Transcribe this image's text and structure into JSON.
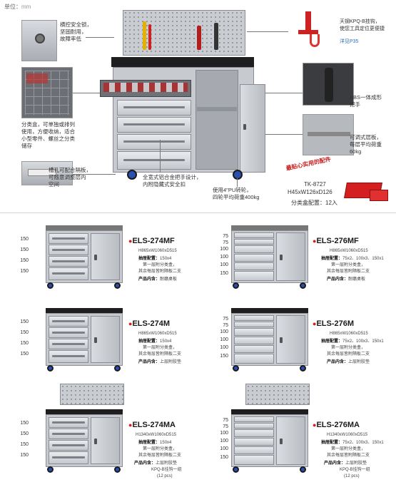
{
  "unit": {
    "label": "单位：",
    "value": "mm"
  },
  "top_callouts": {
    "lock": "横控安全锁，\n坚固耐用，\n故障率低",
    "divider": "分类盒，可单独或排列\n使用，方便收纳，适合\n小型零件、螺丝之分类\n储存",
    "slot": "槽孔可配合隔板，\n可随意调整层内\n空间",
    "handle_drawer": "全宽式铝合金把手设计，\n内附隐藏式安全扣",
    "casters": "使用4\"PU转轮，\n四轮平均荷重400kg",
    "hook_title": "天钢KPQ-B挂钩，\n使您工具定位更便捷",
    "hook_link": "洋见P35",
    "abs": "ABS一体成形\n把手",
    "shelf": "可调式层板，\n每层平均荷重\n60kg",
    "accessory_title": "最贴心实用的配件",
    "accessory_model": "TK-8727",
    "accessory_size": "H45xW126xD126",
    "accessory_config": "分类盒配置：12入"
  },
  "products": [
    {
      "model": "ELS-274MF",
      "size": "H865xW1060xD515",
      "config_label": "抽屉配置：",
      "config_value": "150x4",
      "note1": "第一层附分类盒，",
      "note2": "其余每层皆附隔板二支",
      "content_label": "产品内含：",
      "content_value": "耐磨桌板",
      "heights": [
        "150",
        "150",
        "150",
        "150"
      ]
    },
    {
      "model": "ELS-276MF",
      "size": "H865xW1060xD515",
      "config_label": "抽屉配置：",
      "config_value": "75x2、100x3、150x1",
      "note1": "第一层附分类盒，",
      "note2": "其余每层皆附隔板二支",
      "content_label": "产品内含：",
      "content_value": "耐磨桌板",
      "heights": [
        "75",
        "75",
        "100",
        "100",
        "100",
        "150"
      ]
    },
    {
      "model": "ELS-274M",
      "size": "H865xW1060xD515",
      "config_label": "抽屉配置：",
      "config_value": "150x4",
      "note1": "第一层附分类盒，",
      "note2": "其余每层皆附隔板二支",
      "content_label": "产品内含：",
      "content_value": "上层附胶垫",
      "heights": [
        "150",
        "150",
        "150",
        "150"
      ]
    },
    {
      "model": "ELS-276M",
      "size": "H865xW1060xD515",
      "config_label": "抽屉配置：",
      "config_value": "75x2、100x3、150x1",
      "note1": "第一层附分类盒，",
      "note2": "其余每层皆附隔板二支",
      "content_label": "产品内含：",
      "content_value": "上层附胶垫",
      "heights": [
        "75",
        "75",
        "100",
        "100",
        "100",
        "150"
      ]
    },
    {
      "model": "ELS-274MA",
      "size": "H1340xW1060xD515",
      "config_label": "抽屉配置：",
      "config_value": "150x4",
      "note1": "第一层附分类盒，",
      "note2": "其余每层皆附隔板二支",
      "content_label": "产品内含：",
      "content_value": "上层附胶垫",
      "content_extra1": "KPQ-B挂钩一组",
      "content_extra2": "(12 pcs)",
      "heights": [
        "150",
        "150",
        "150",
        "150"
      ]
    },
    {
      "model": "ELS-276MA",
      "size": "H1340xW1060xD515",
      "config_label": "抽屉配置：",
      "config_value": "75x2、100x3、150x1",
      "note1": "第一层附分类盒，",
      "note2": "其余每层皆附隔板二支",
      "content_label": "产品内含：",
      "content_value": "上层附胶垫",
      "content_extra1": "KPQ-B挂钩一组",
      "content_extra2": "(12 pcs)",
      "heights": [
        "75",
        "75",
        "100",
        "100",
        "100",
        "150"
      ]
    }
  ],
  "colors": {
    "accent_red": "#d42020",
    "link_blue": "#2c6fb8",
    "caster_blue": "#2b4fb0"
  }
}
